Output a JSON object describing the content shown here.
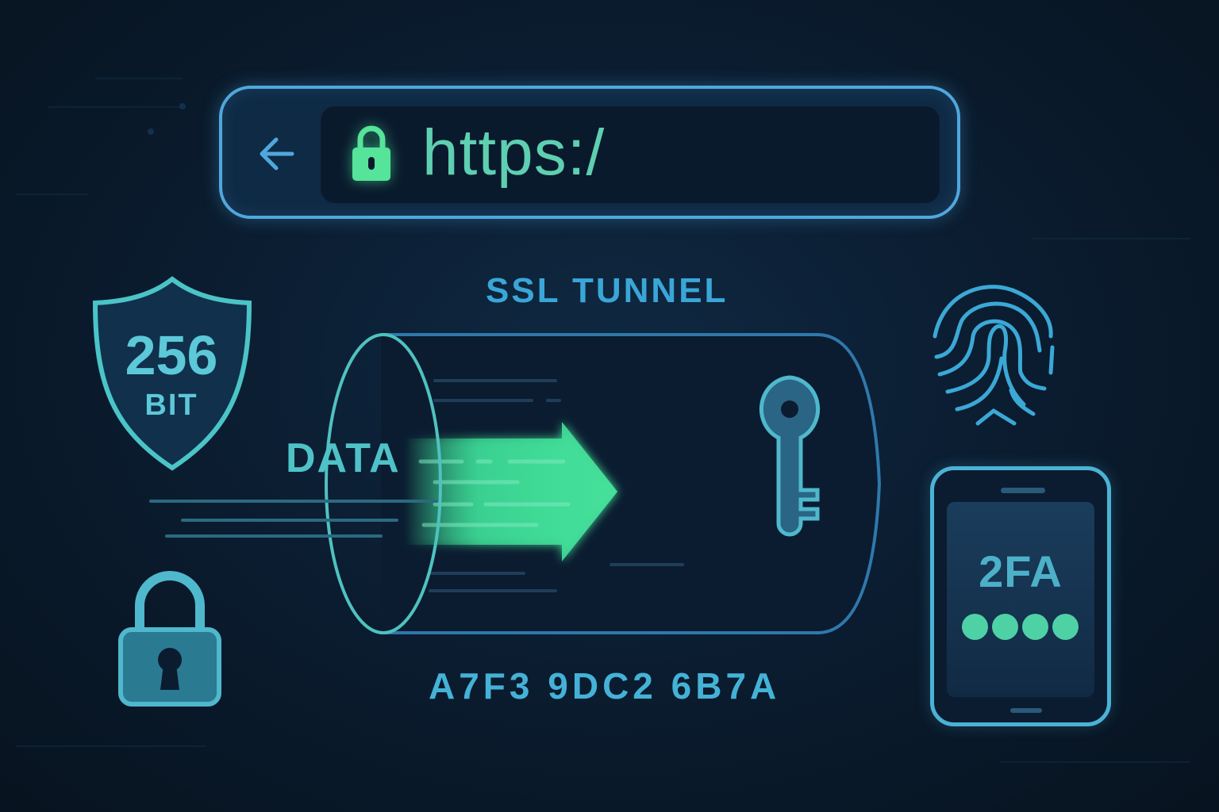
{
  "url_bar": {
    "url_text": "https:/",
    "back_icon": "arrow-left-icon",
    "secure_icon": "padlock-icon"
  },
  "tunnel": {
    "title": "SSL TUNNEL",
    "data_label": "DATA",
    "key_icon": "key-icon",
    "arrow_icon": "arrow-right-icon"
  },
  "encryption_code": "A7F3 9DC2 6B7A",
  "shield": {
    "number": "256",
    "unit": "BIT",
    "icon": "shield-icon"
  },
  "fingerprint": {
    "icon": "fingerprint-icon"
  },
  "padlock": {
    "icon": "padlock-icon"
  },
  "phone": {
    "label": "2FA",
    "pin_dots": 4,
    "icon": "smartphone-icon"
  },
  "colors": {
    "background": "#0b1d31",
    "accent_blue": "#4fa8dd",
    "accent_teal": "#5cc8d8",
    "accent_green": "#3ddc97"
  }
}
